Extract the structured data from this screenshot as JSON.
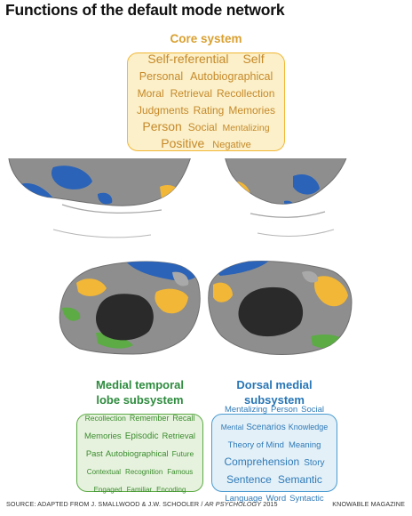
{
  "title": "Functions of the default mode network",
  "core": {
    "heading": "Core system",
    "lines": [
      [
        "Self-referential",
        "Self"
      ],
      [
        "Personal",
        "Autobiographical"
      ],
      [
        "Moral",
        "Retrieval",
        "Recollection"
      ],
      [
        "Judgments",
        "Rating",
        "Memories"
      ],
      [
        "Person",
        "Social",
        "Mentalizing"
      ],
      [
        "Positive",
        "Negative"
      ]
    ]
  },
  "medial_temporal": {
    "heading_line1": "Medial temporal",
    "heading_line2": "lobe subsystem",
    "lines": [
      [
        "Recollection",
        "Remember",
        "Recall"
      ],
      [
        "Memories",
        "Episodic",
        "Retrieval"
      ],
      [
        "Past",
        "Autobiographical",
        "Future"
      ],
      [
        "Contextual",
        "Recognition",
        "Famous"
      ],
      [
        "Engaged",
        "Familiar",
        "Encoding"
      ]
    ]
  },
  "dorsal_medial": {
    "heading_line1": "Dorsal medial",
    "heading_line2": "subsystem",
    "lines": [
      [
        "Mentalizing",
        "Person",
        "Social"
      ],
      [
        "Mental",
        "Scenarios",
        "Knowledge"
      ],
      [
        "Theory of Mind",
        "Meaning"
      ],
      [
        "Comprehension",
        "Story"
      ],
      [
        "Sentence",
        "Semantic"
      ],
      [
        "Language",
        "Word",
        "Syntactic"
      ]
    ]
  },
  "footer": {
    "source_prefix": "SOURCE: ADAPTED FROM J. SMALLWOOD & J.W. SCHOOLER / ",
    "source_journal": "AR PSYCHOLOGY",
    "source_year": " 2015",
    "credit": "KNOWABLE MAGAZINE"
  },
  "colors": {
    "core": "#f2b736",
    "medial_temporal": "#5cab45",
    "dorsal_medial": "#2a63b8",
    "cortex": "#8e8e8e",
    "medial_wall": "#2a2a2a"
  }
}
